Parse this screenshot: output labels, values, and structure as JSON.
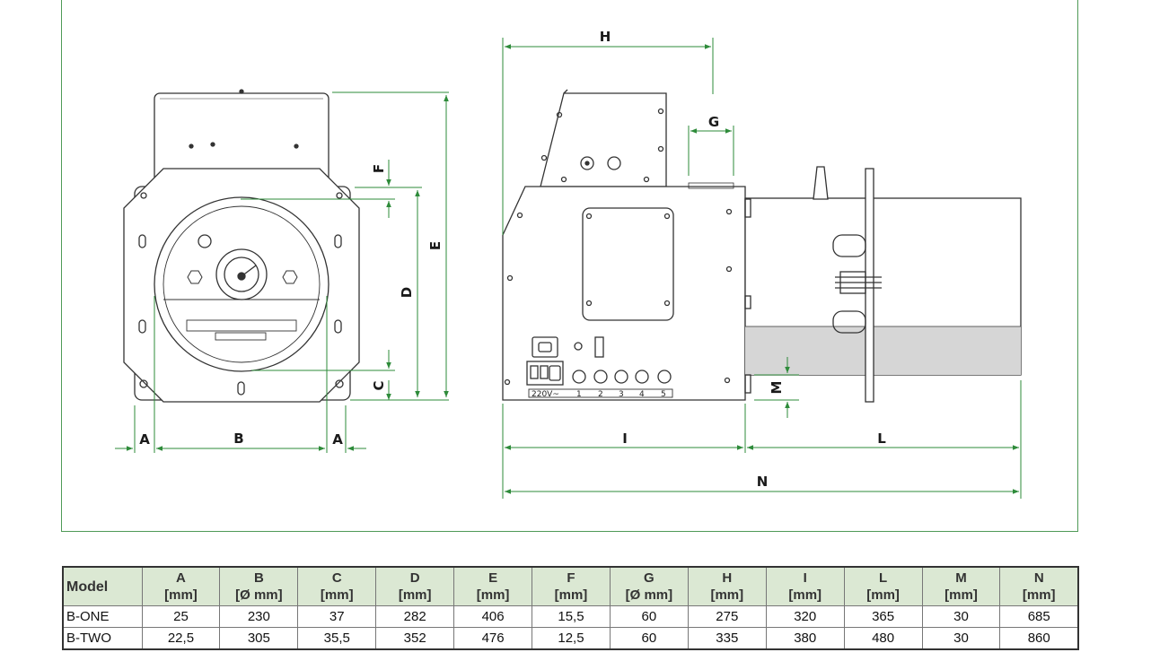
{
  "dimension_labels": {
    "A": "A",
    "B": "B",
    "C": "C",
    "D": "D",
    "E": "E",
    "F": "F",
    "G": "G",
    "H": "H",
    "I": "I",
    "L": "L",
    "M": "M",
    "N": "N"
  },
  "connector_panel": {
    "voltage": "220V~",
    "socket_numbers": [
      "1",
      "2",
      "3",
      "4",
      "5"
    ]
  },
  "table": {
    "model_header": "Model",
    "columns": [
      {
        "letter": "A",
        "unit": "[mm]"
      },
      {
        "letter": "B",
        "unit": "[Ø mm]"
      },
      {
        "letter": "C",
        "unit": "[mm]"
      },
      {
        "letter": "D",
        "unit": "[mm]"
      },
      {
        "letter": "E",
        "unit": "[mm]"
      },
      {
        "letter": "F",
        "unit": "[mm]"
      },
      {
        "letter": "G",
        "unit": "[Ø mm]"
      },
      {
        "letter": "H",
        "unit": "[mm]"
      },
      {
        "letter": "I",
        "unit": "[mm]"
      },
      {
        "letter": "L",
        "unit": "[mm]"
      },
      {
        "letter": "M",
        "unit": "[mm]"
      },
      {
        "letter": "N",
        "unit": "[mm]"
      }
    ],
    "rows": [
      {
        "model": "B-ONE",
        "values": [
          "25",
          "230",
          "37",
          "282",
          "406",
          "15,5",
          "60",
          "275",
          "320",
          "365",
          "30",
          "685"
        ]
      },
      {
        "model": "B-TWO",
        "values": [
          "22,5",
          "305",
          "35,5",
          "352",
          "476",
          "12,5",
          "60",
          "335",
          "380",
          "480",
          "30",
          "860"
        ]
      }
    ]
  },
  "colors": {
    "dimension_line": "#2e8b3a",
    "frame_border": "#4f9a57",
    "table_header_bg": "#dbe8d3",
    "outline": "#333333",
    "tube_shade": "#d6d6d6"
  }
}
